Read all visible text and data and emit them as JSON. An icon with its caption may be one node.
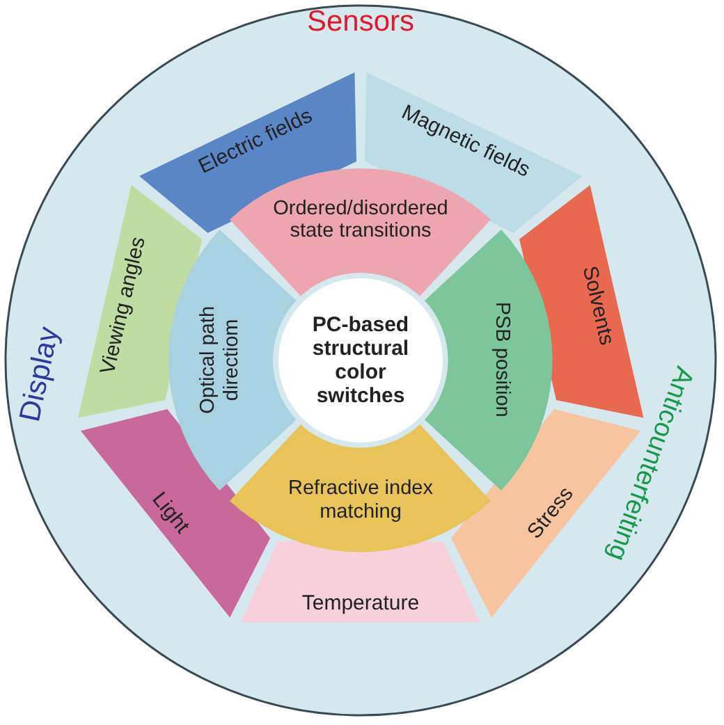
{
  "diagram": {
    "nodes": [
      {
        "text": [
          "Sensors",
          "Anticounterfeiting",
          "Display"
        ]
      },
      {
        "text": [
          "Electric fields"
        ],
        "in": 0
      },
      {
        "text": [
          "Magnetic fields"
        ],
        "in": 0
      },
      {
        "text": [
          "Solvents"
        ],
        "in": 0
      },
      {
        "text": [
          "Stress"
        ],
        "in": 0
      },
      {
        "text": [
          "Temperature"
        ],
        "in": 0
      },
      {
        "text": [
          "Light"
        ],
        "in": 0
      },
      {
        "text": [
          "Viewing angles"
        ],
        "in": 0
      },
      {
        "text": [
          "Ordered/disordered state transitions"
        ],
        "in": 0
      },
      {
        "text": [
          "PSB position"
        ],
        "in": 0
      },
      {
        "text": [
          "Refractive index matching"
        ],
        "in": 0
      },
      {
        "text": [
          "Optical path directiom"
        ],
        "in": 0
      },
      {
        "text": [
          "PC-based structural color switches"
        ],
        "in": 0
      }
    ]
  }
}
